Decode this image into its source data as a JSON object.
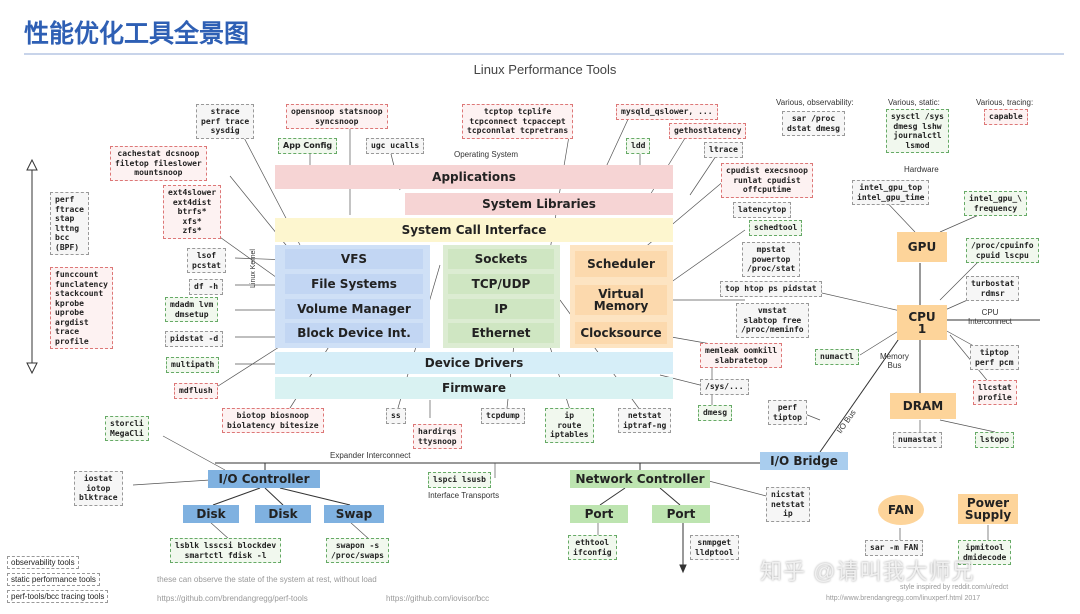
{
  "page": {
    "slide_title": "性能优化工具全景图",
    "diagram_title": "Linux Performance Tools",
    "watermark": "知乎 @请叫我大师兄"
  },
  "regions": {
    "operating_system": "Operating System",
    "hardware": "Hardware",
    "linux_kernel": "Linux Kernel",
    "cpu_interconnect": "CPU\nInterconnect",
    "memory_bus": "Memory\nBus",
    "io_bus": "I/O Bus",
    "expander_interconnect": "Expander Interconnect",
    "interface_transports": "Interface Transports"
  },
  "layers": {
    "applications": "Applications",
    "system_libraries": "System Libraries",
    "system_call_interface": "System Call Interface",
    "vfs": "VFS",
    "file_systems": "File Systems",
    "volume_manager": "Volume Manager",
    "block_device": "Block Device Int.",
    "sockets": "Sockets",
    "tcp_udp": "TCP/UDP",
    "ip": "IP",
    "ethernet": "Ethernet",
    "scheduler": "Scheduler",
    "virtual_memory": "Virtual\nMemory",
    "clocksource": "Clocksource",
    "device_drivers": "Device Drivers",
    "firmware": "Firmware"
  },
  "hardware": {
    "gpu": "GPU",
    "cpu": "CPU\n1",
    "dram": "DRAM",
    "io_bridge": "I/O Bridge",
    "io_controller": "I/O Controller",
    "disk1": "Disk",
    "disk2": "Disk",
    "swap": "Swap",
    "network_controller": "Network Controller",
    "port1": "Port",
    "port2": "Port",
    "fan": "FAN",
    "power_supply": "Power\nSupply"
  },
  "category_headers": {
    "observability": "Various, observability:",
    "static": "Various, static:",
    "tracing": "Various, tracing:"
  },
  "tools": {
    "strace": "strace\nperf trace\nsysdig",
    "opensnoop": "opensnoop statsnoop\nsyncsnoop",
    "tcptop": "tcptop tcplife\ntcpconnect tcpaccept\ntcpconnlat tcpretrans",
    "mysqld": "mysqld_qslower, ...",
    "gethostlatency": "gethostlatency",
    "sar_proc": "sar /proc\ndstat dmesg",
    "sysctl": "sysctl /sys\ndmesg lshw\njournalctl\nlsmod",
    "capable": "capable",
    "app_config": "App Config",
    "ugc": "ugc ucalls",
    "ldd": "ldd",
    "ltrace": "ltrace",
    "cachestat": "cachestat dcsnoop\nfiletop fileslower\nmountsnoop",
    "ext4slower": "ext4slower\next4dist\nbtrfs*\nxfs*\nzfs*",
    "perf_ftrace": "perf\nftrace\nstap\nlttng\nbcc\n(BPF)",
    "funccount": "funccount\nfunclatency\nstackcount\nkprobe\nuprobe\nargdist\ntrace\nprofile",
    "lsof": "lsof\npcstat",
    "df": "df -h",
    "mdadm": "mdadm lvm\ndmsetup",
    "pidstat_d": "pidstat -d",
    "multipath": "multipath",
    "mdflush": "mdflush",
    "cpudist": "cpudist execsnoop\nrunlat cpudist\noffcputime",
    "latencytop": "latencytop",
    "schedtool": "schedtool",
    "mpstat": "mpstat\npowertop\n/proc/stat",
    "top": "top htop ps pidstat",
    "vmstat": "vmstat\nslabtop free\n/proc/meminfo",
    "memleak": "memleak oomkill\nslabratetop",
    "sys": "/sys/...",
    "dmesg": "dmesg",
    "intel_gpu_top": "intel_gpu_top\nintel_gpu_time",
    "intel_gpu_freq": "intel_gpu_\\\nfrequency",
    "cpuinfo": "/proc/cpuinfo\ncpuid lscpu",
    "turbostat": "turbostat\nrdmsr",
    "tiptop": "tiptop\nperf pcm",
    "llcstat": "llcstat\nprofile",
    "numactl": "numactl",
    "numastat": "numastat",
    "lstopo": "lstopo",
    "perf_tiptop": "perf\ntiptop",
    "biotop": "biotop biosnoop\nbiolatency bitesize",
    "ss": "ss",
    "hardirqs": "hardirqs\nttysnoop",
    "tcpdump": "tcpdump",
    "ip_route": "ip\nroute\niptables",
    "netstat": "netstat\niptraf-ng",
    "storcli": "storcli\nMegaCli",
    "iostat": "iostat\niotop\nblktrace",
    "lspci": "lspci lsusb",
    "lsblk": "lsblk lsscsi blockdev\nsmartctl fdisk -l",
    "swapon": "swapon -s\n/proc/swaps",
    "ethtool": "ethtool\nifconfig",
    "snmpget": "snmpget\nlldptool",
    "nicstat": "nicstat\nnetstat\nip",
    "sar_fan": "sar -m FAN",
    "ipmitool": "ipmitool\ndmidecode"
  },
  "legend": {
    "observability": "observability tools",
    "static": "static performance tools",
    "tracing": "perf-tools/bcc tracing tools"
  },
  "footer": {
    "note": "these can observe the state of the system at rest, without load",
    "link1": "https://github.com/brendangregg/perf-tools",
    "link2": "https://github.com/iovisor/bcc",
    "credit1": "style inspired by reddit.com/u/redct",
    "credit2": "http://www.brendangregg.com/linuxperf.html 2017"
  },
  "colors": {
    "title": "#2e5fb4",
    "os_pink": "#f6d4d4",
    "syscall_yellow": "#fdf6cf",
    "vfs_blue": "#cfe0f6",
    "net_green": "#dcecd2",
    "sched_orange": "#fde4c2",
    "hw_orange": "#fdd49a",
    "bridge_blue": "#6fa8d8",
    "controller_green": "#bde4b0"
  }
}
